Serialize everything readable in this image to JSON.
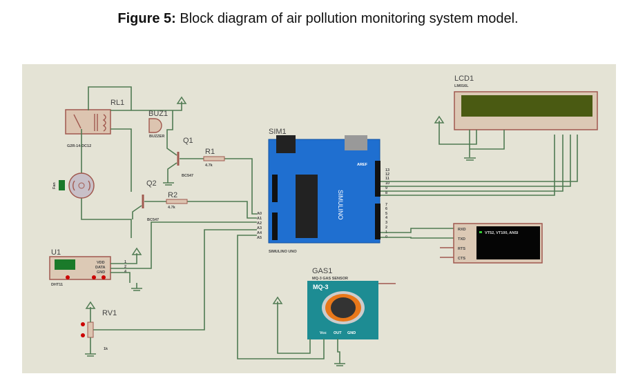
{
  "caption": {
    "label": "Figure 5:",
    "text": " Block diagram of air pollution monitoring system model."
  },
  "components": {
    "relay": {
      "ref": "RL1",
      "part": "G2R-14-DC12"
    },
    "buzzer": {
      "ref": "BUZ1",
      "part": "BUZZER"
    },
    "q1": {
      "ref": "Q1",
      "part": "BC547"
    },
    "q2": {
      "ref": "Q2",
      "part": "BC547"
    },
    "r1": {
      "ref": "R1",
      "value": "4.7k"
    },
    "r2": {
      "ref": "R2",
      "value": "4.7k"
    },
    "motor": {
      "ref": "Fan"
    },
    "arduino": {
      "ref": "SIM1",
      "part": "SIMULINO UNO",
      "logo": "SIMULINO",
      "aref": "AREF",
      "analog_pins": [
        "A0",
        "A1",
        "A2",
        "A3",
        "A4",
        "A5"
      ],
      "digital_pins": [
        "13",
        "12",
        "11",
        "10",
        "9",
        "8",
        "7",
        "6",
        "5",
        "4",
        "3",
        "2",
        "1",
        "0"
      ]
    },
    "lcd": {
      "ref": "LCD1",
      "part": "LM016L"
    },
    "terminal": {
      "pins": [
        "RXD",
        "TXD",
        "RTS",
        "CTS"
      ],
      "screen_text": "VT52, VT100, ANSI"
    },
    "dht": {
      "ref": "U1",
      "part": "DHT11",
      "pins": [
        "VDD",
        "DATA",
        "GND"
      ],
      "pin_numbers": [
        "1",
        "2",
        "4"
      ]
    },
    "pot": {
      "ref": "RV1",
      "value": "1k"
    },
    "gas": {
      "ref": "GAS1",
      "part": "MQ-3 GAS SENSOR",
      "title": "MQ-3",
      "pins": [
        "Vcc",
        "OUT",
        "GND"
      ]
    }
  },
  "colors": {
    "background": "#e4e3d5",
    "wire": "#4f7a52",
    "component": "#a0584e",
    "board": "#1f6fd0",
    "lcd_screen": "#4a5a12",
    "gas_board": "#1d8c93"
  }
}
